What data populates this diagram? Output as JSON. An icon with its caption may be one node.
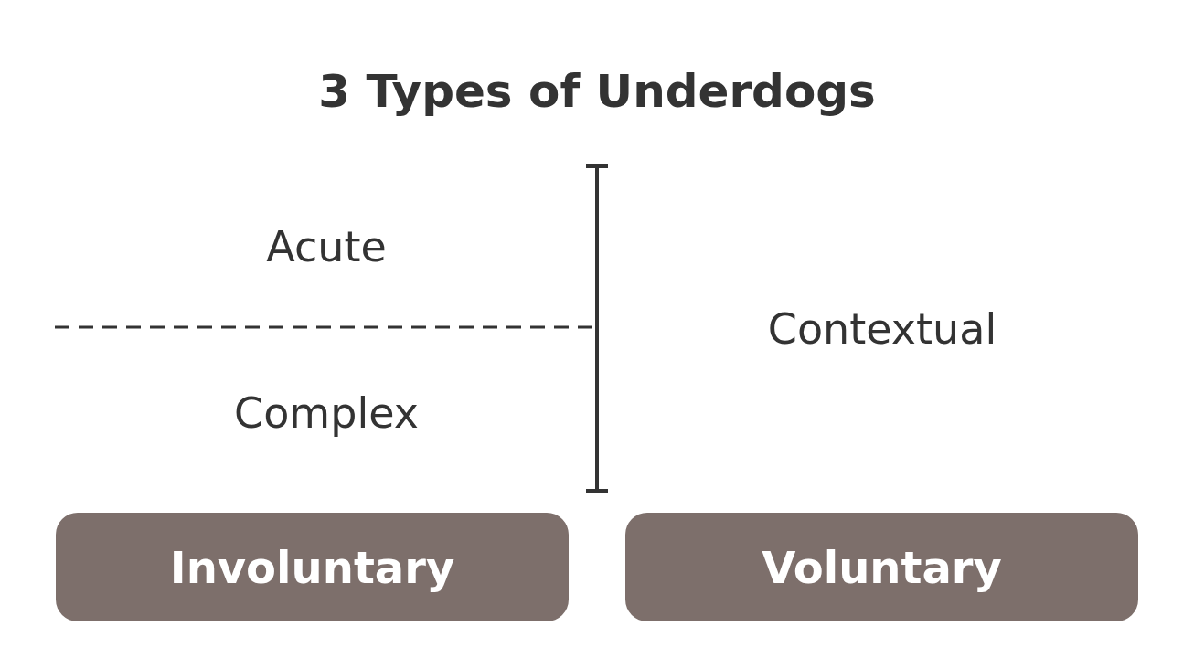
{
  "diagram": {
    "title": "3 Types of Underdogs",
    "nodes": [
      {
        "text": [
          "Involuntary"
        ]
      },
      {
        "text": [
          "Voluntary"
        ]
      }
    ],
    "labels": [
      "Acute",
      "Contextual",
      "Complex"
    ]
  }
}
